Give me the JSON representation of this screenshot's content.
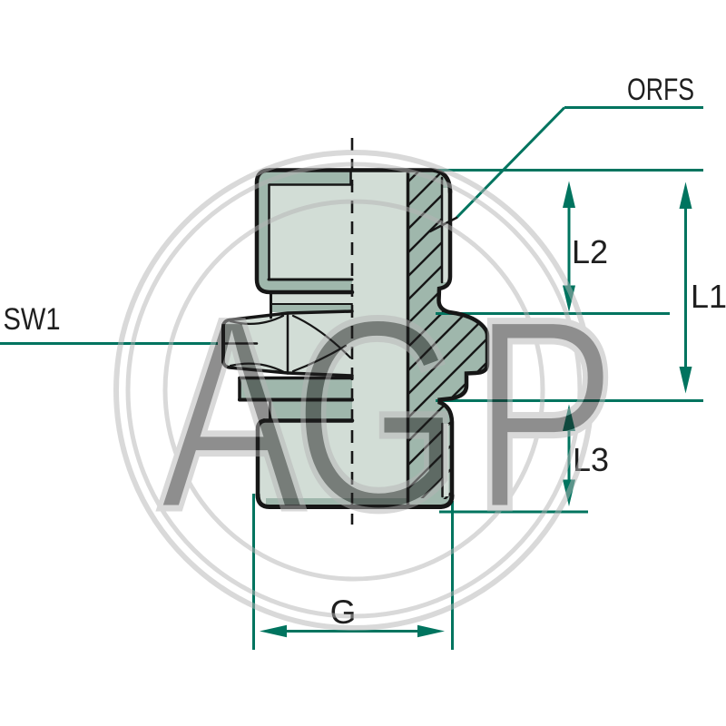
{
  "drawing": {
    "type": "hydraulic-fitting-technical-drawing",
    "watermark": {
      "letters": [
        "A",
        "G",
        "P"
      ]
    },
    "labels": {
      "thread_top": "ORFS",
      "wrench_size": "SW1",
      "length_total": "L1",
      "length_top_thread": "L2",
      "length_bottom_thread": "L3",
      "thread_bottom": "G"
    },
    "colors": {
      "dimension_green": "#00745f",
      "outline_black": "#161616",
      "fill_light": "#d2ddd6",
      "fill_shade": "#9fb7ac",
      "watermark_gray": "#b5b5b5",
      "background": "#ffffff"
    }
  }
}
